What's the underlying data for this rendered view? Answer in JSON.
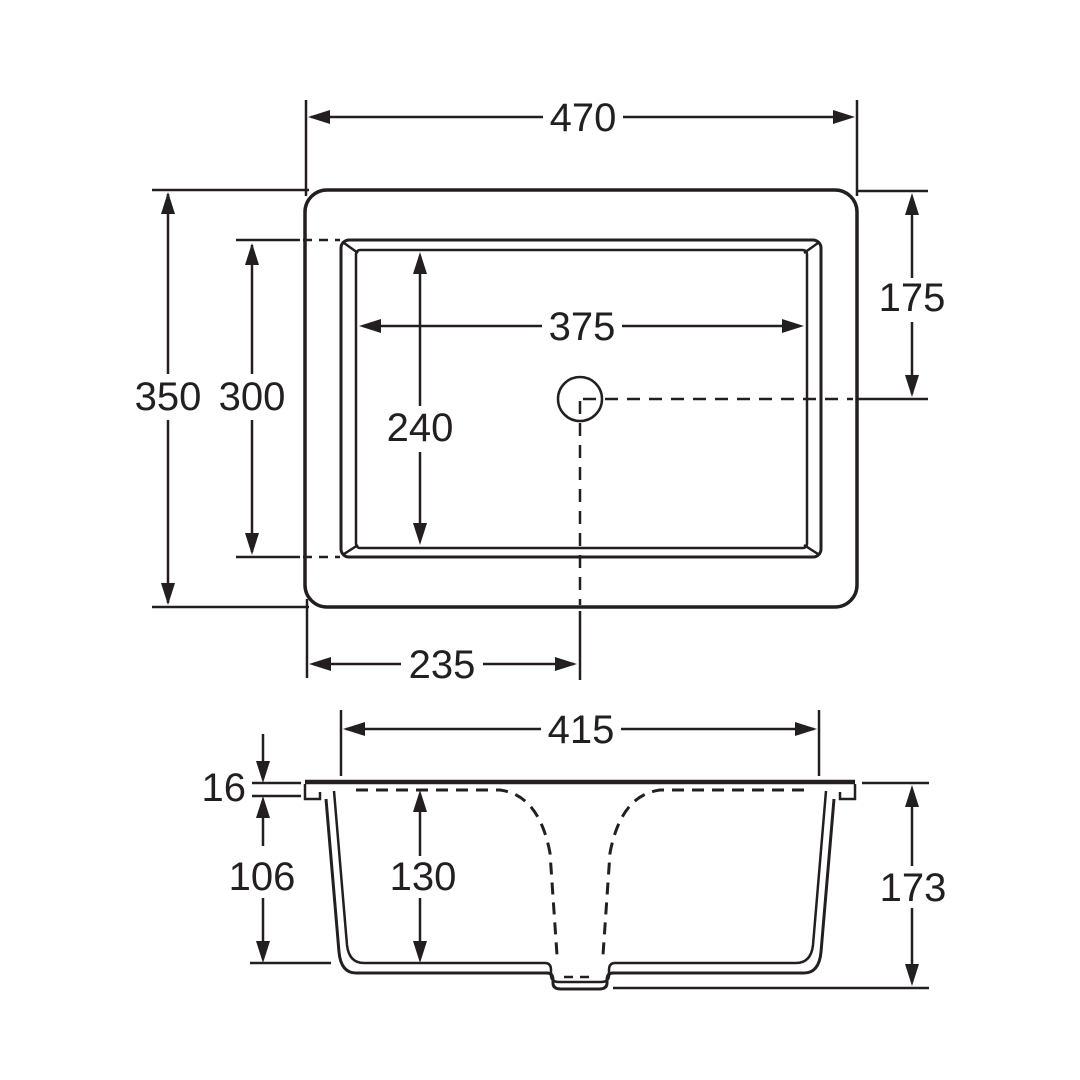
{
  "drawing_type": "sink-dimension-drawing",
  "colors": {
    "line": "#231f20",
    "background": "#ffffff"
  },
  "plan": {
    "dims": {
      "overall_width": "470",
      "overall_depth": "350",
      "bowl_outer_depth": "300",
      "bowl_inner_width": "375",
      "bowl_inner_depth": "240",
      "drain_offset_from_top": "175",
      "drain_offset_from_left": "235"
    }
  },
  "section": {
    "dims": {
      "bowl_opening_width": "415",
      "rim_thickness": "16",
      "wall_height_below_rim": "106",
      "bowl_depth": "130",
      "overall_height": "173"
    }
  }
}
